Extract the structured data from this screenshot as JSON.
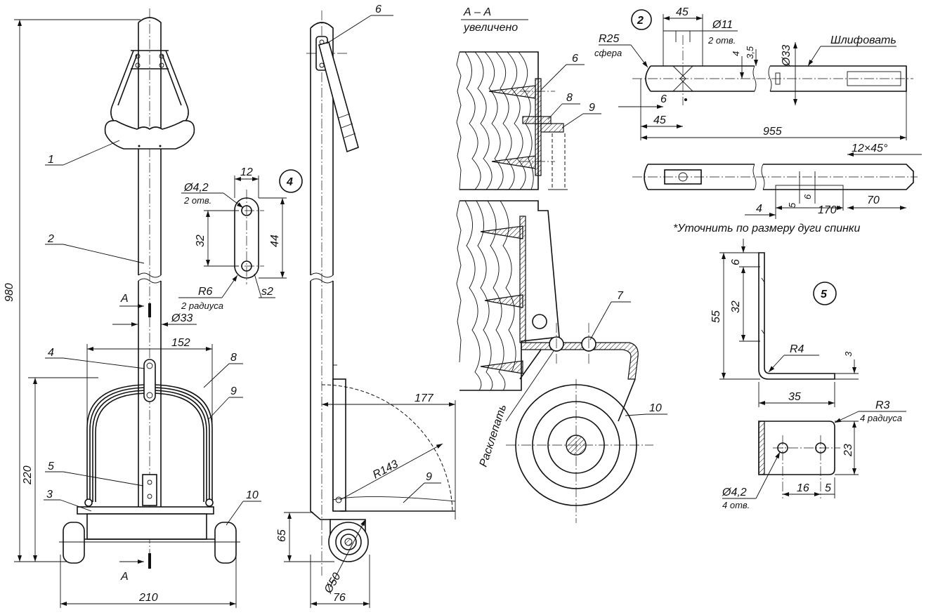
{
  "section": {
    "title": "А – А",
    "subtitle": "увеличено"
  },
  "views": {
    "view2": "2",
    "view4": "4",
    "view5": "5"
  },
  "parts": {
    "p1": "1",
    "p2": "2",
    "p3": "3",
    "p4": "4",
    "p5": "5",
    "p6": "6",
    "p7": "7",
    "p8": "8",
    "p9": "9",
    "p10": "10"
  },
  "front": {
    "d980": "980",
    "d220": "220",
    "d210": "210",
    "d152": "152",
    "d33": "Ø33",
    "cut": "А"
  },
  "side": {
    "d177": "177",
    "r143": "R143",
    "d65": "65",
    "d50": "Ø50",
    "d76": "76"
  },
  "detail2": {
    "d45top": "45",
    "d11": "Ø11",
    "d11n": "2 отв.",
    "r25": "R25",
    "r25n": "сфера",
    "d4": "4",
    "d35": "3,5",
    "d33": "Ø33",
    "grind": "Шлифовать",
    "d6": "6",
    "d45": "45",
    "d955": "955",
    "chamfer": "12×45°",
    "d5": "5",
    "d6b": "6",
    "d170": "170*",
    "d70": "70",
    "d4b": "4",
    "note": "*Уточнить по размеру дуги спинки"
  },
  "detail4": {
    "d12": "12",
    "d42": "Ø4,2",
    "d42n": "2 отв.",
    "d32": "32",
    "d44": "44",
    "r6": "R6",
    "r6n": "2 радиуса",
    "s2": "s2"
  },
  "detail5": {
    "d6": "6",
    "d32": "32",
    "d55": "55",
    "r4": "R4",
    "d3": "3",
    "d35": "35",
    "r3": "R3",
    "r3n": "4 радиуса",
    "d23": "23",
    "d42": "Ø4,2",
    "d42n": "4 отв.",
    "d16": "16",
    "d5": "5"
  },
  "sectionAA": {
    "rivet": "Расклепать"
  }
}
